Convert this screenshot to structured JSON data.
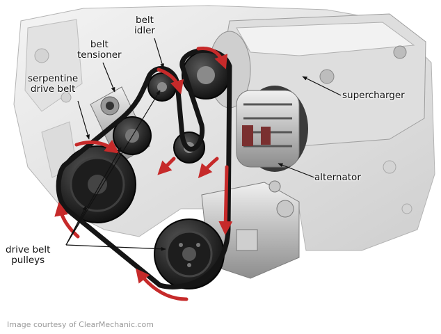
{
  "labels": {
    "belt_idler": [
      "belt",
      "idler"
    ],
    "belt_tensioner": [
      "belt",
      "tensioner"
    ],
    "serpentine_drive_belt": [
      "serpentine",
      "drive belt"
    ],
    "supercharger": "supercharger",
    "alternator": "alternator",
    "drive_belt_pulleys": [
      "drive belt",
      "pulleys"
    ]
  },
  "credit": "Image courtesy of ClearMechanic.com",
  "colors": {
    "belt": "#151515",
    "arrow": "#c62a2a",
    "engine_light": "#e9e9e9",
    "engine_mid": "#c9c9c9",
    "engine_dark": "#8f8f8f"
  }
}
